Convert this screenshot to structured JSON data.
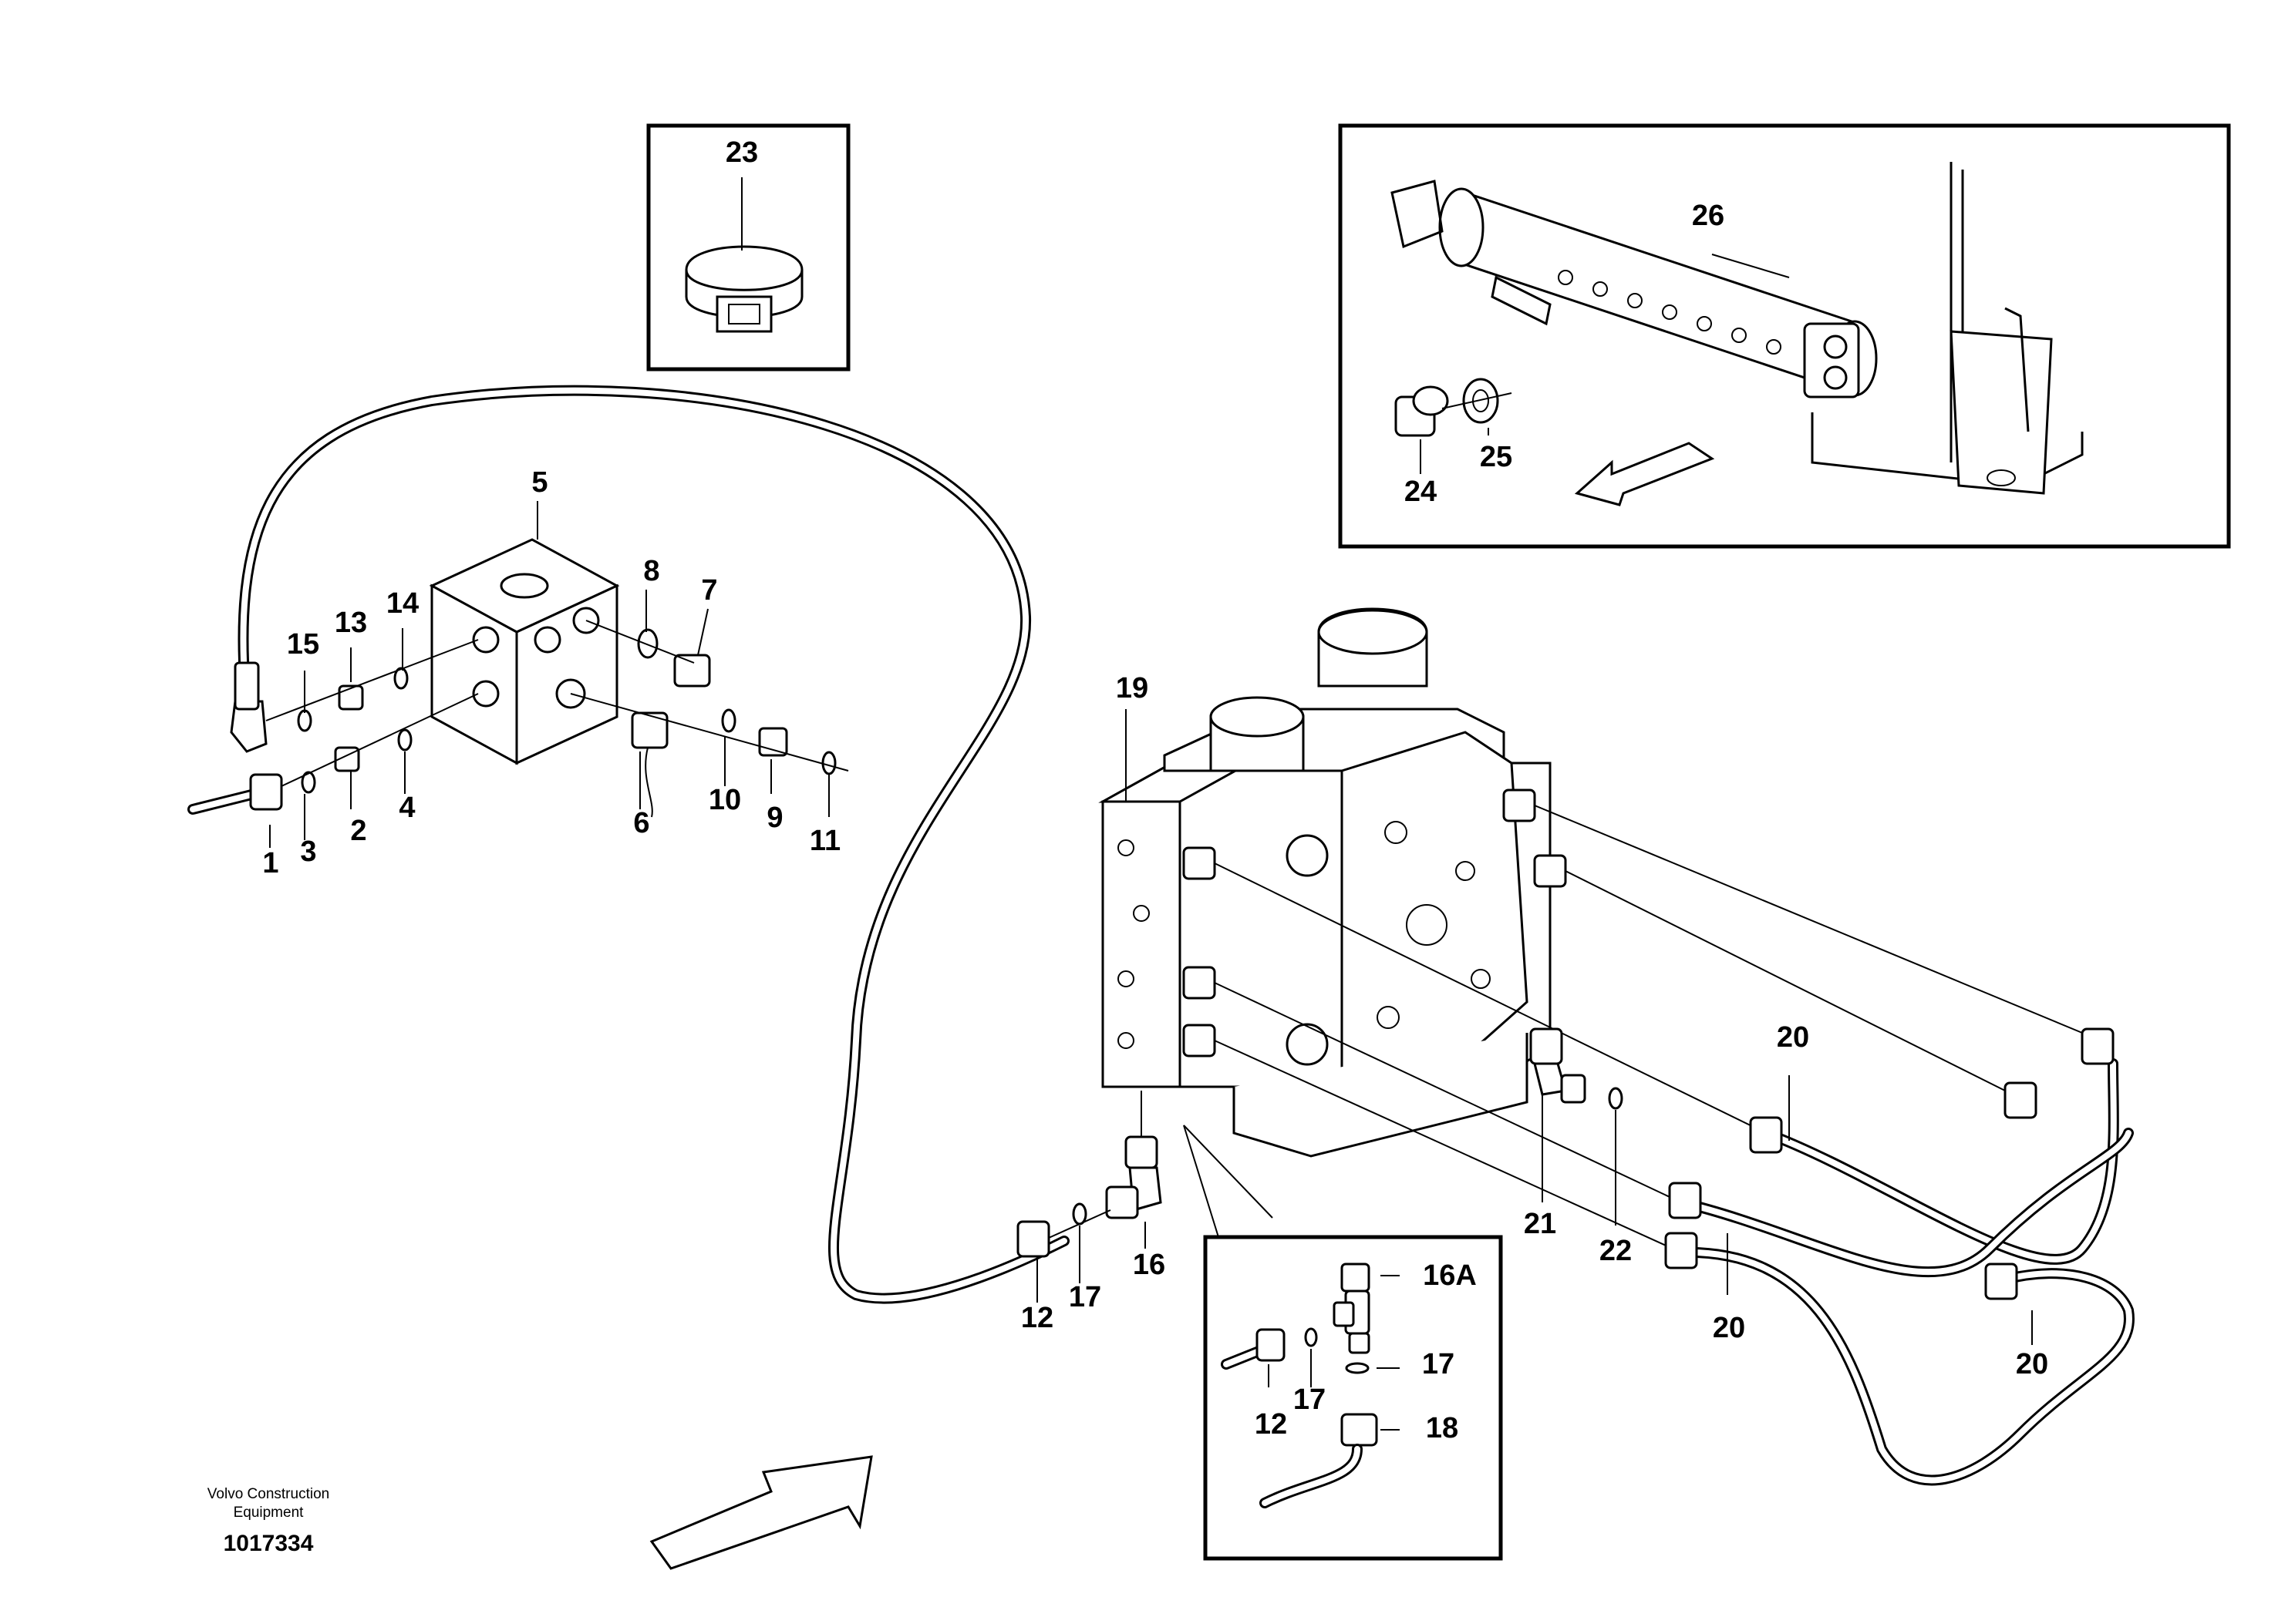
{
  "callouts": {
    "c1": "1",
    "c2": "2",
    "c3": "3",
    "c4": "4",
    "c5": "5",
    "c6": "6",
    "c7": "7",
    "c8": "8",
    "c9": "9",
    "c10": "10",
    "c11": "11",
    "c12a": "12",
    "c12b": "12",
    "c13": "13",
    "c14": "14",
    "c15": "15",
    "c16": "16",
    "c16A": "16A",
    "c17a": "17",
    "c17b": "17",
    "c17c": "17",
    "c18": "18",
    "c19": "19",
    "c20a": "20",
    "c20b": "20",
    "c20c": "20",
    "c21": "21",
    "c22": "22",
    "c23": "23",
    "c24": "24",
    "c25": "25",
    "c26": "26"
  },
  "footer": {
    "brand_line1": "Volvo Construction",
    "brand_line2": "Equipment",
    "drawing_id": "1017334"
  },
  "icons": {
    "direction_arrow_main": "direction-arrow-icon",
    "direction_arrow_detail": "direction-arrow-icon"
  }
}
